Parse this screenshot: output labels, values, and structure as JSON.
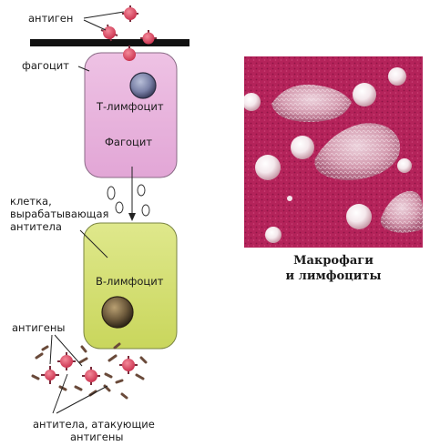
{
  "labels": {
    "antigen": "антиген",
    "phagocyte": "фагоцит",
    "t_lymphocyte": "Т-лимфоцит",
    "phagocyte_cell": "Фагоцит",
    "antibody_cell": [
      "клетка,",
      "вырабатывающая",
      "антитела"
    ],
    "b_lymphocyte": "В-лимфоцит",
    "antigens": "антигены",
    "antibodies_attacking": [
      "антитела, атакующие",
      "антигены"
    ],
    "photo_caption": [
      "Макрофаги",
      "и лимфоциты"
    ]
  },
  "colors": {
    "phagocyte_fill": "#e8b6de",
    "b_cell_fill": "#d6e276",
    "antigen": "#d9445e",
    "photo_bg": "#b4235a",
    "membrane": "#111111"
  },
  "icons": {
    "antigen_particle": "antigen-icon",
    "antibody_fragment": "antibody-icon",
    "arrow": "arrow-down-icon"
  }
}
